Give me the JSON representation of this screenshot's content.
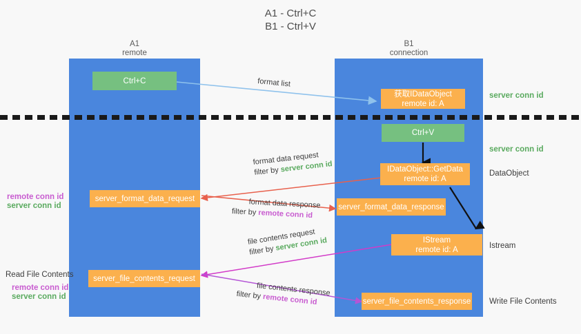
{
  "title": {
    "line1": "A1 - Ctrl+C",
    "line2": "B1 - Ctrl+V"
  },
  "columns": [
    {
      "name": "A1",
      "sub": "remote"
    },
    {
      "name": "B1",
      "sub": "connection"
    }
  ],
  "boxes": {
    "ctrl_c": "Ctrl+C",
    "get_idataobject_line1": "获取IDataObject",
    "get_idataobject_line2": "remote id: A",
    "ctrl_v": "Ctrl+V",
    "getdata_line1": "IDataObject::GetData",
    "getdata_line2": "remote id: A",
    "server_format_data_request": "server_format_data_request",
    "server_format_data_response": "server_format_data_response",
    "istream_line1": "IStream",
    "istream_line2": "remote id: A",
    "server_file_contents_request": "server_file_contents_request",
    "server_file_contents_response": "server_file_contents_response"
  },
  "right_labels": {
    "server_conn_id_top": "server conn id",
    "server_conn_id_mid": "server conn id",
    "dataobject": "DataObject",
    "istream": "Istream",
    "write_file_contents": "Write File Contents"
  },
  "left_labels": {
    "remote_conn_id_mid": "remote conn id",
    "server_conn_id_mid": "server conn id",
    "read_file_contents": "Read File Contents",
    "remote_conn_id_bottom": "remote conn id",
    "server_conn_id_bottom": "server conn id"
  },
  "edges": [
    {
      "id": "format-list",
      "label": "format list",
      "filter_prefix": "",
      "filter_value": "",
      "color": "#8fc2ec"
    },
    {
      "id": "format-data-request",
      "label": "format data request",
      "filter_prefix": "filter by ",
      "filter_value": "server conn id",
      "color": "#e8604c"
    },
    {
      "id": "format-data-response",
      "label": "format data response",
      "filter_prefix": "filter by ",
      "filter_value": "remote conn id",
      "color": "#e8604c"
    },
    {
      "id": "file-contents-request",
      "label": "file contents request",
      "filter_prefix": "filter by ",
      "filter_value": "server conn id",
      "color": "#d23bc8"
    },
    {
      "id": "file-contents-response",
      "label": "file contents response",
      "filter_prefix": "filter by ",
      "filter_value": "remote conn id",
      "color": "#b455d6"
    }
  ],
  "colors": {
    "lane": "#4a86dd",
    "green_box": "#76c080",
    "orange_box": "#fbb04d",
    "green_text": "#5aaa5f",
    "purple_text": "#c85cd0",
    "background": "#f8f8f8",
    "separator": "#1a1a1a"
  }
}
